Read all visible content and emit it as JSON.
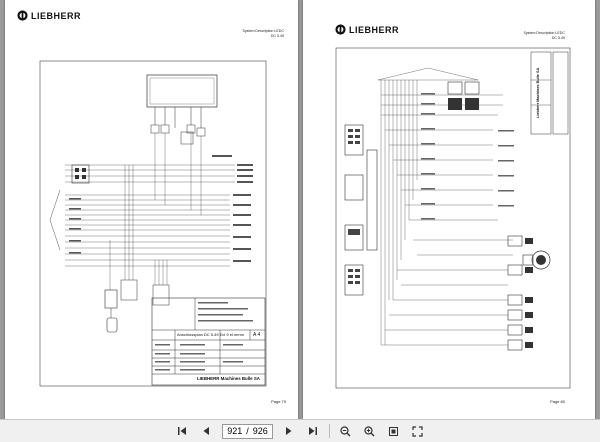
{
  "viewer": {
    "current_page": "921",
    "total_pages": "926",
    "page_separator": "/",
    "zoom": ""
  },
  "left_page": {
    "brand": "LIEBHERR",
    "header_line1": "System Description LEDC",
    "header_line2": "DC 5.49",
    "page_label": "Page 79",
    "titleblock": {
      "drawing_title": "Anschlussplan DC 5.49 Ecl 9 el.mmm",
      "sheet_code": "A 4",
      "company": "LIEBHERR Machines Bulle SA"
    }
  },
  "right_page": {
    "brand": "LIEBHERR",
    "header_line1": "System Description LEDC",
    "header_line2": "DC 5.49",
    "page_label": "Page 80",
    "side_banner": "Liebherr Machines Bulle SA"
  },
  "colors": {
    "background": "#9c9c9c",
    "page": "#ffffff",
    "wire": "#333333",
    "toolbar": "#f0f0f0"
  },
  "icons": {
    "first": "first-page-icon",
    "prev": "previous-page-icon",
    "next": "next-page-icon",
    "last": "last-page-icon",
    "zoom_out": "zoom-out-icon",
    "zoom_in": "zoom-in-icon",
    "fit": "fit-page-icon",
    "fullscreen": "fullscreen-icon"
  }
}
